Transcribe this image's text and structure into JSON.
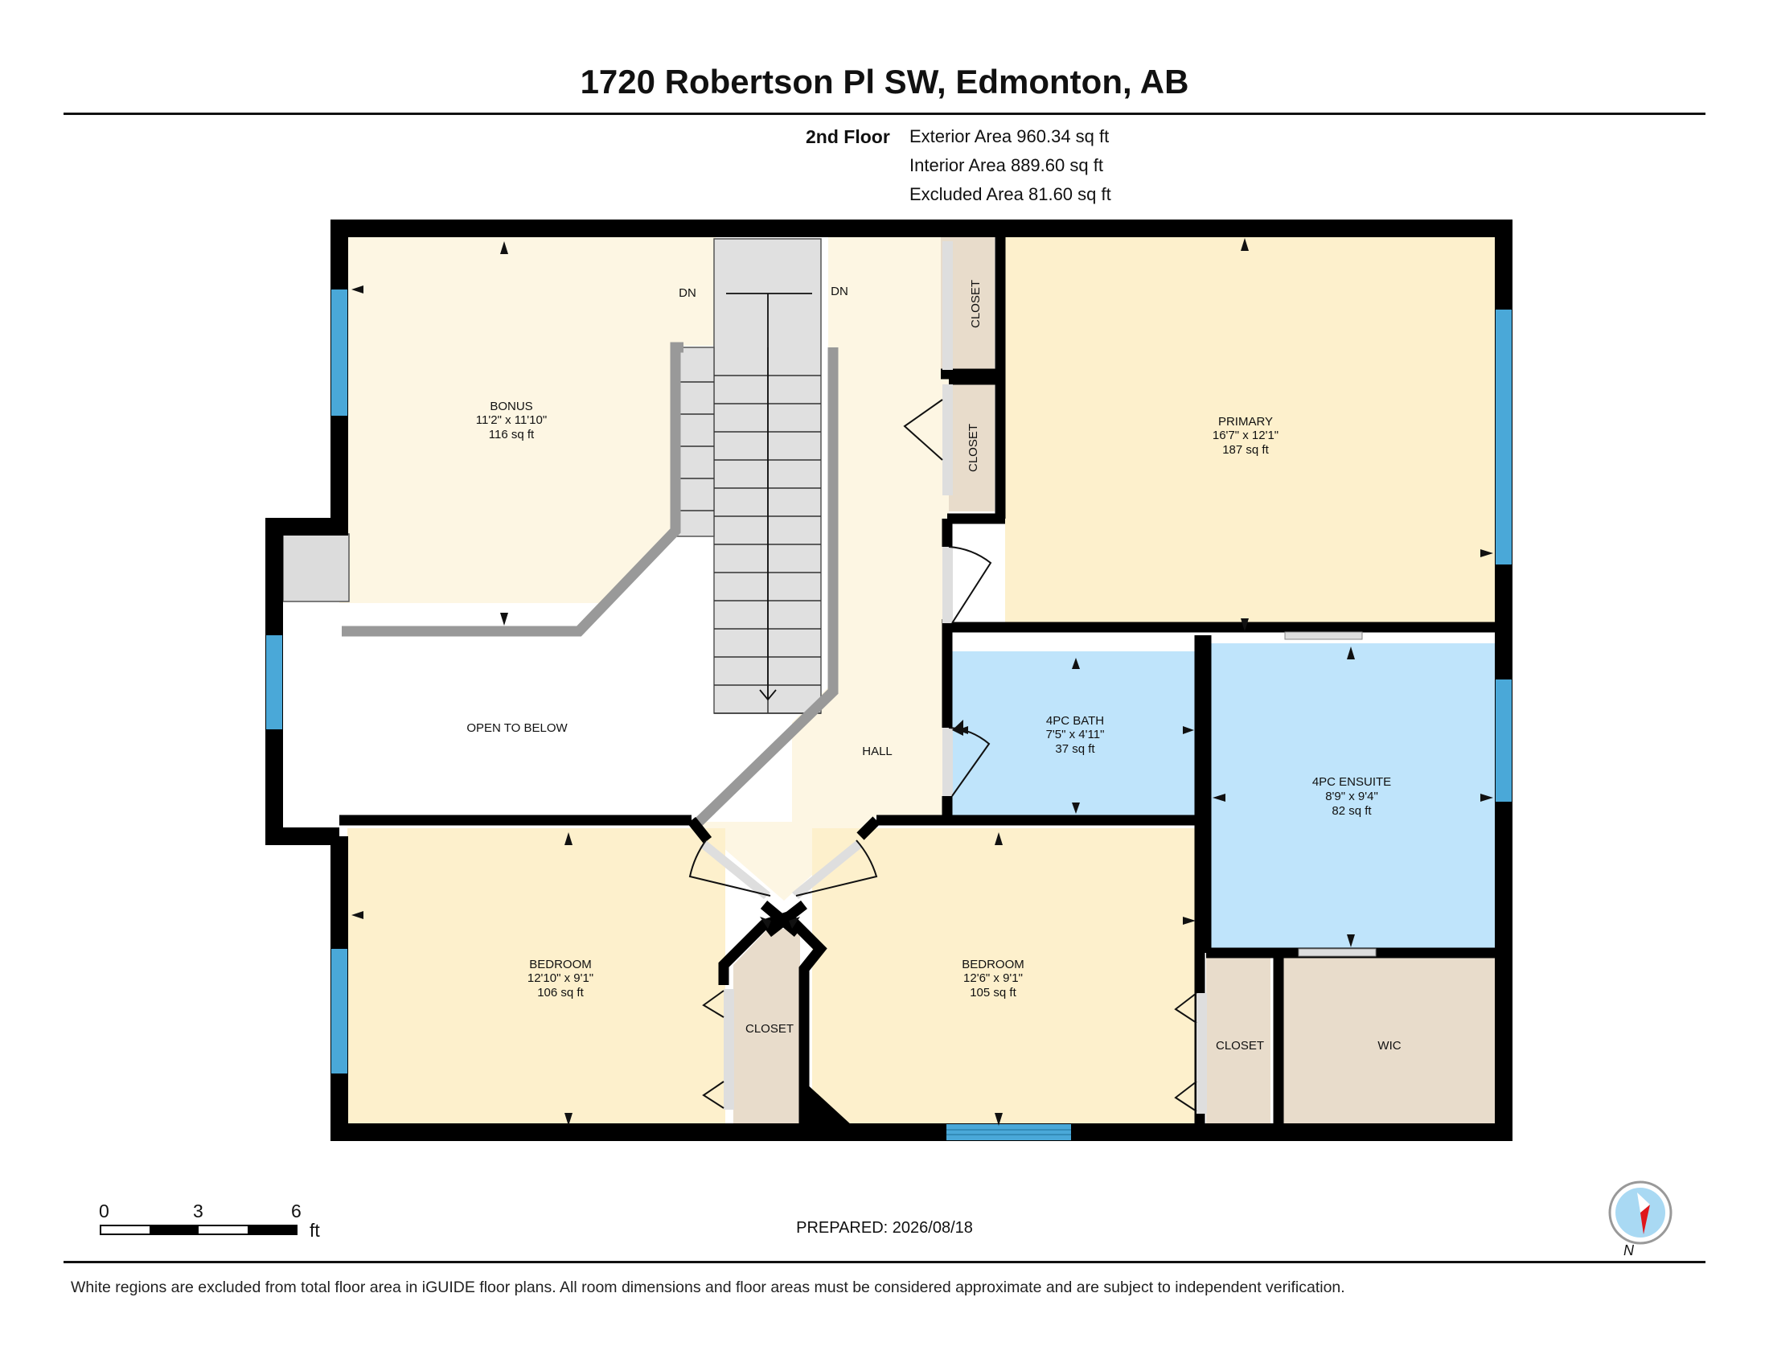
{
  "header": {
    "title": "1720 Robertson Pl SW, Edmonton, AB"
  },
  "floor": {
    "name": "2nd Floor",
    "exterior_area": "Exterior Area 960.34 sq ft",
    "interior_area": "Interior Area 889.60 sq ft",
    "excluded_area": "Excluded Area 81.60 sq ft"
  },
  "rooms": {
    "bonus": {
      "name": "BONUS",
      "dims": "11'2\" x 11'10\"",
      "area": "116 sq ft"
    },
    "primary": {
      "name": "PRIMARY",
      "dims": "16'7\" x 12'1\"",
      "area": "187 sq ft"
    },
    "bath": {
      "name": "4PC BATH",
      "dims": "7'5\" x 4'11\"",
      "area": "37 sq ft"
    },
    "ensuite": {
      "name": "4PC ENSUITE",
      "dims": "8'9\" x 9'4\"",
      "area": "82 sq ft"
    },
    "bedroom_left": {
      "name": "BEDROOM",
      "dims": "12'10\" x 9'1\"",
      "area": "106 sq ft"
    },
    "bedroom_mid": {
      "name": "BEDROOM",
      "dims": "12'6\" x 9'1\"",
      "area": "105 sq ft"
    },
    "hall": {
      "name": "HALL"
    },
    "open_below": {
      "name": "OPEN TO BELOW"
    },
    "closet_top1": {
      "name": "CLOSET"
    },
    "closet_top2": {
      "name": "CLOSET"
    },
    "closet_bottom_left": {
      "name": "CLOSET"
    },
    "closet_bottom_right": {
      "name": "CLOSET"
    },
    "wic": {
      "name": "WIC"
    },
    "stairs_dn_left": "DN",
    "stairs_dn_right": "DN"
  },
  "scale": {
    "ticks": [
      "0",
      "3",
      "6"
    ],
    "unit": "ft"
  },
  "compass": {
    "label": "N"
  },
  "prepared": "PREPARED: 2026/08/18",
  "disclaimer": "White regions are excluded from total floor area in iGUIDE floor plans. All room dimensions and floor areas must be considered approximate and are subject to independent verification.",
  "colors": {
    "wall": "#000000",
    "bonus_hall_fill": "#fdf6e3",
    "bedroom_fill": "#fdf0cc",
    "bath_fill": "#bfe4fb",
    "closet_fill": "#e8dccb",
    "stair_fill": "#e0e0e0",
    "window": "#4aa8d8"
  }
}
